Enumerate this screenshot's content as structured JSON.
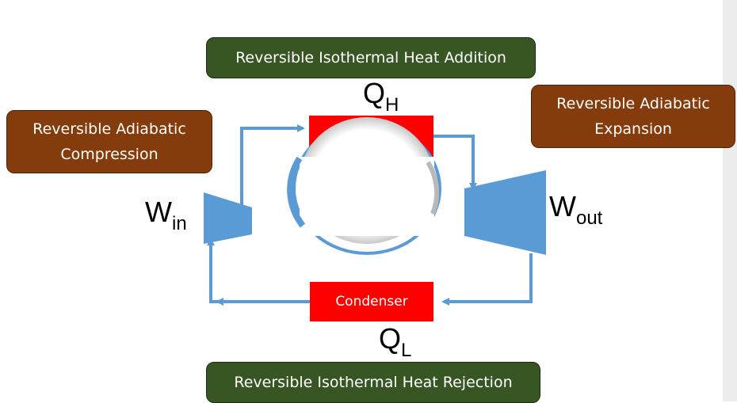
{
  "stages": {
    "heat_addition": "Reversible Isothermal Heat Addition",
    "heat_rejection": "Reversible Isothermal Heat Rejection",
    "compression": "Reversible Adiabatic\nCompression",
    "expansion": "Reversible Adiabatic\nExpansion"
  },
  "symbols": {
    "q_hot": {
      "base": "Q",
      "sub": "H"
    },
    "q_low": {
      "base": "Q",
      "sub": "L"
    },
    "w_in": {
      "base": "W",
      "sub": "in"
    },
    "w_out": {
      "base": "W",
      "sub": "out"
    }
  },
  "components": {
    "condenser": "Condenser"
  },
  "colors": {
    "stage_green": "#375623",
    "stage_brown": "#843c0c",
    "flow_arrow": "#5b9bd5",
    "heat_exchanger": "#ff0000",
    "machine_blue": "#5b9bd5"
  }
}
